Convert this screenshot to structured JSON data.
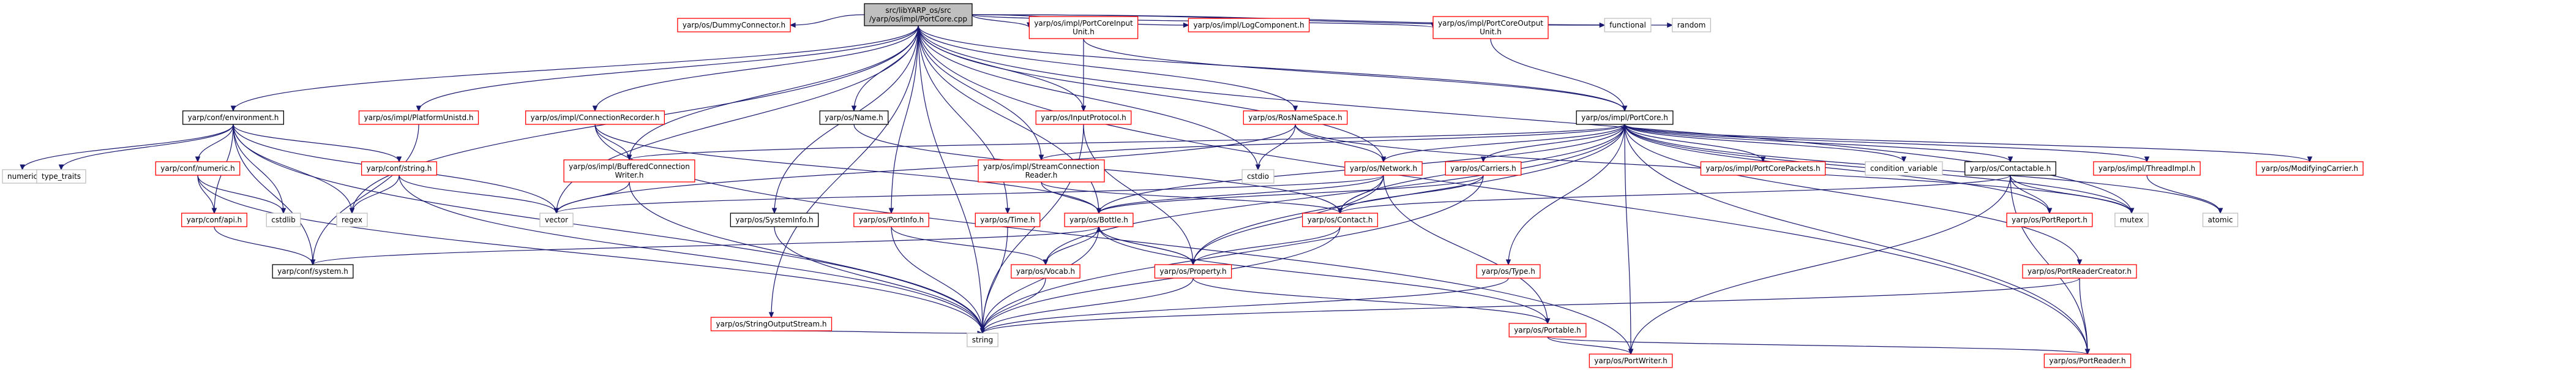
{
  "colors": {
    "edge": "#191970",
    "border_black": "#000000",
    "border_red": "#ff0000",
    "border_grey": "#bfbfbf",
    "fill_root": "#bfbfbf",
    "fill_default": "#ffffff",
    "text": "#000000"
  },
  "nodes": [
    {
      "id": "root",
      "lines": [
        "src/libYARP_os/src",
        "/yarp/os/impl/PortCore.cpp"
      ],
      "kind": "root"
    },
    {
      "id": "conf_env",
      "lines": [
        "yarp/conf/environment.h"
      ],
      "kind": "black"
    },
    {
      "id": "dummyconn",
      "lines": [
        "yarp/os/DummyConnector.h"
      ],
      "kind": "red"
    },
    {
      "id": "pcinput",
      "lines": [
        "yarp/os/impl/PortCoreInput",
        "Unit.h"
      ],
      "kind": "red"
    },
    {
      "id": "logcomp",
      "lines": [
        "yarp/os/impl/LogComponent.h"
      ],
      "kind": "red"
    },
    {
      "id": "pcoutput",
      "lines": [
        "yarp/os/impl/PortCoreOutput",
        "Unit.h"
      ],
      "kind": "red"
    },
    {
      "id": "functional",
      "lines": [
        "functional"
      ],
      "kind": "grey"
    },
    {
      "id": "random",
      "lines": [
        "random"
      ],
      "kind": "grey"
    },
    {
      "id": "platunistd",
      "lines": [
        "yarp/os/impl/PlatformUnistd.h"
      ],
      "kind": "red"
    },
    {
      "id": "connrec",
      "lines": [
        "yarp/os/impl/ConnectionRecorder.h"
      ],
      "kind": "red"
    },
    {
      "id": "name",
      "lines": [
        "yarp/os/Name.h"
      ],
      "kind": "black"
    },
    {
      "id": "inputproto",
      "lines": [
        "yarp/os/InputProtocol.h"
      ],
      "kind": "red"
    },
    {
      "id": "rosns",
      "lines": [
        "yarp/os/RosNameSpace.h"
      ],
      "kind": "red"
    },
    {
      "id": "portcore",
      "lines": [
        "yarp/os/impl/PortCore.h"
      ],
      "kind": "black"
    },
    {
      "id": "numeric",
      "lines": [
        "numeric"
      ],
      "kind": "grey"
    },
    {
      "id": "type_traits",
      "lines": [
        "type_traits"
      ],
      "kind": "grey"
    },
    {
      "id": "confnumeric",
      "lines": [
        "yarp/conf/numeric.h"
      ],
      "kind": "red"
    },
    {
      "id": "confstring",
      "lines": [
        "yarp/conf/string.h"
      ],
      "kind": "red"
    },
    {
      "id": "bufconn",
      "lines": [
        "yarp/os/impl/BufferedConnection",
        "Writer.h"
      ],
      "kind": "red"
    },
    {
      "id": "streamconn",
      "lines": [
        "yarp/os/impl/StreamConnection",
        "Reader.h"
      ],
      "kind": "red"
    },
    {
      "id": "cstdio",
      "lines": [
        "cstdio"
      ],
      "kind": "grey"
    },
    {
      "id": "network",
      "lines": [
        "yarp/os/Network.h"
      ],
      "kind": "red"
    },
    {
      "id": "carriers",
      "lines": [
        "yarp/os/Carriers.h"
      ],
      "kind": "red"
    },
    {
      "id": "pcpackets",
      "lines": [
        "yarp/os/impl/PortCorePackets.h"
      ],
      "kind": "red"
    },
    {
      "id": "condvar",
      "lines": [
        "condition_variable"
      ],
      "kind": "grey"
    },
    {
      "id": "contactable",
      "lines": [
        "yarp/os/Contactable.h"
      ],
      "kind": "black"
    },
    {
      "id": "threadimpl",
      "lines": [
        "yarp/os/impl/ThreadImpl.h"
      ],
      "kind": "red"
    },
    {
      "id": "modcarrier",
      "lines": [
        "yarp/os/ModifyingCarrier.h"
      ],
      "kind": "red"
    },
    {
      "id": "confapi",
      "lines": [
        "yarp/conf/api.h"
      ],
      "kind": "red"
    },
    {
      "id": "cstdlib",
      "lines": [
        "cstdlib"
      ],
      "kind": "grey"
    },
    {
      "id": "regex",
      "lines": [
        "regex"
      ],
      "kind": "grey"
    },
    {
      "id": "vector",
      "lines": [
        "vector"
      ],
      "kind": "grey"
    },
    {
      "id": "sysinfo",
      "lines": [
        "yarp/os/SystemInfo.h"
      ],
      "kind": "black"
    },
    {
      "id": "portinfo",
      "lines": [
        "yarp/os/PortInfo.h"
      ],
      "kind": "red"
    },
    {
      "id": "time",
      "lines": [
        "yarp/os/Time.h"
      ],
      "kind": "red"
    },
    {
      "id": "bottle",
      "lines": [
        "yarp/os/Bottle.h"
      ],
      "kind": "red"
    },
    {
      "id": "contact",
      "lines": [
        "yarp/os/Contact.h"
      ],
      "kind": "red"
    },
    {
      "id": "mutex",
      "lines": [
        "mutex"
      ],
      "kind": "grey"
    },
    {
      "id": "portreport",
      "lines": [
        "yarp/os/PortReport.h"
      ],
      "kind": "red"
    },
    {
      "id": "atomic",
      "lines": [
        "atomic"
      ],
      "kind": "grey"
    },
    {
      "id": "confsystem",
      "lines": [
        "yarp/conf/system.h"
      ],
      "kind": "black"
    },
    {
      "id": "vocab",
      "lines": [
        "yarp/os/Vocab.h"
      ],
      "kind": "red"
    },
    {
      "id": "property",
      "lines": [
        "yarp/os/Property.h"
      ],
      "kind": "red"
    },
    {
      "id": "type",
      "lines": [
        "yarp/os/Type.h"
      ],
      "kind": "red"
    },
    {
      "id": "prcreator",
      "lines": [
        "yarp/os/PortReaderCreator.h"
      ],
      "kind": "red"
    },
    {
      "id": "stringos",
      "lines": [
        "yarp/os/StringOutputStream.h"
      ],
      "kind": "red"
    },
    {
      "id": "string",
      "lines": [
        "string"
      ],
      "kind": "grey"
    },
    {
      "id": "portable",
      "lines": [
        "yarp/os/Portable.h"
      ],
      "kind": "red"
    },
    {
      "id": "portwriter",
      "lines": [
        "yarp/os/PortWriter.h"
      ],
      "kind": "red"
    },
    {
      "id": "portreader",
      "lines": [
        "yarp/os/PortReader.h"
      ],
      "kind": "red"
    }
  ],
  "edges": [
    [
      "root",
      "conf_env"
    ],
    [
      "root",
      "dummyconn"
    ],
    [
      "root",
      "pcinput"
    ],
    [
      "root",
      "logcomp"
    ],
    [
      "root",
      "pcoutput"
    ],
    [
      "root",
      "functional"
    ],
    [
      "root",
      "random"
    ],
    [
      "root",
      "platunistd"
    ],
    [
      "root",
      "connrec"
    ],
    [
      "root",
      "name"
    ],
    [
      "root",
      "inputproto"
    ],
    [
      "root",
      "rosns"
    ],
    [
      "root",
      "portcore"
    ],
    [
      "root",
      "bufconn"
    ],
    [
      "root",
      "streamconn"
    ],
    [
      "root",
      "cstdio"
    ],
    [
      "root",
      "network"
    ],
    [
      "root",
      "regex"
    ],
    [
      "root",
      "vector"
    ],
    [
      "root",
      "sysinfo"
    ],
    [
      "root",
      "portinfo"
    ],
    [
      "root",
      "time"
    ],
    [
      "root",
      "bottle"
    ],
    [
      "root",
      "stringos"
    ],
    [
      "root",
      "string"
    ],
    [
      "root",
      "portreader"
    ],
    [
      "root",
      "mutex"
    ],
    [
      "conf_env",
      "numeric"
    ],
    [
      "conf_env",
      "type_traits"
    ],
    [
      "conf_env",
      "confnumeric"
    ],
    [
      "conf_env",
      "confstring"
    ],
    [
      "conf_env",
      "confapi"
    ],
    [
      "conf_env",
      "cstdlib"
    ],
    [
      "conf_env",
      "regex"
    ],
    [
      "conf_env",
      "vector"
    ],
    [
      "conf_env",
      "confsystem"
    ],
    [
      "conf_env",
      "string"
    ],
    [
      "confnumeric",
      "confapi"
    ],
    [
      "confnumeric",
      "cstdlib"
    ],
    [
      "confnumeric",
      "string"
    ],
    [
      "confstring",
      "regex"
    ],
    [
      "confstring",
      "vector"
    ],
    [
      "confstring",
      "string"
    ],
    [
      "confapi",
      "confsystem"
    ],
    [
      "platunistd",
      "confsystem"
    ],
    [
      "pcinput",
      "inputproto"
    ],
    [
      "pcinput",
      "portcore"
    ],
    [
      "pcoutput",
      "portcore"
    ],
    [
      "connrec",
      "bufconn"
    ],
    [
      "connrec",
      "bottle"
    ],
    [
      "connrec",
      "portwriter"
    ],
    [
      "name",
      "contact"
    ],
    [
      "inputproto",
      "string"
    ],
    [
      "inputproto",
      "property"
    ],
    [
      "rosns",
      "network"
    ],
    [
      "rosns",
      "cstdio"
    ],
    [
      "rosns",
      "vector"
    ],
    [
      "rosns",
      "mutex"
    ],
    [
      "portcore",
      "bufconn"
    ],
    [
      "portcore",
      "streamconn"
    ],
    [
      "portcore",
      "network"
    ],
    [
      "portcore",
      "carriers"
    ],
    [
      "portcore",
      "pcpackets"
    ],
    [
      "portcore",
      "condvar"
    ],
    [
      "portcore",
      "contactable"
    ],
    [
      "portcore",
      "threadimpl"
    ],
    [
      "portcore",
      "modcarrier"
    ],
    [
      "portcore",
      "mutex"
    ],
    [
      "portcore",
      "atomic"
    ],
    [
      "portcore",
      "portreport"
    ],
    [
      "portcore",
      "prcreator"
    ],
    [
      "portcore",
      "type"
    ],
    [
      "portcore",
      "property"
    ],
    [
      "portcore",
      "vocab"
    ],
    [
      "portcore",
      "contact"
    ],
    [
      "portcore",
      "bottle"
    ],
    [
      "portcore",
      "portwriter"
    ],
    [
      "portcore",
      "portreader"
    ],
    [
      "bufconn",
      "vector"
    ],
    [
      "bufconn",
      "string"
    ],
    [
      "streamconn",
      "bottle"
    ],
    [
      "streamconn",
      "contact"
    ],
    [
      "network",
      "contact"
    ],
    [
      "network",
      "bottle"
    ],
    [
      "network",
      "property"
    ],
    [
      "network",
      "portable"
    ],
    [
      "network",
      "vector"
    ],
    [
      "carriers",
      "contact"
    ],
    [
      "carriers",
      "bottle"
    ],
    [
      "carriers",
      "string"
    ],
    [
      "contactable",
      "contact"
    ],
    [
      "contactable",
      "mutex"
    ],
    [
      "contactable",
      "portreport"
    ],
    [
      "contactable",
      "portwriter"
    ],
    [
      "contactable",
      "portreader"
    ],
    [
      "threadimpl",
      "atomic"
    ],
    [
      "sysinfo",
      "string"
    ],
    [
      "portinfo",
      "vocab"
    ],
    [
      "portinfo",
      "string"
    ],
    [
      "time",
      "string"
    ],
    [
      "bottle",
      "confsystem"
    ],
    [
      "bottle",
      "vocab"
    ],
    [
      "bottle",
      "property"
    ],
    [
      "bottle",
      "portable"
    ],
    [
      "bottle",
      "string"
    ],
    [
      "contact",
      "string"
    ],
    [
      "contact",
      "property"
    ],
    [
      "vocab",
      "string"
    ],
    [
      "property",
      "bottle"
    ],
    [
      "property",
      "portable"
    ],
    [
      "property",
      "string"
    ],
    [
      "type",
      "string"
    ],
    [
      "prcreator",
      "portreader"
    ],
    [
      "prcreator",
      "string"
    ],
    [
      "stringos",
      "string"
    ],
    [
      "portable",
      "portwriter"
    ],
    [
      "portable",
      "portreader"
    ]
  ]
}
